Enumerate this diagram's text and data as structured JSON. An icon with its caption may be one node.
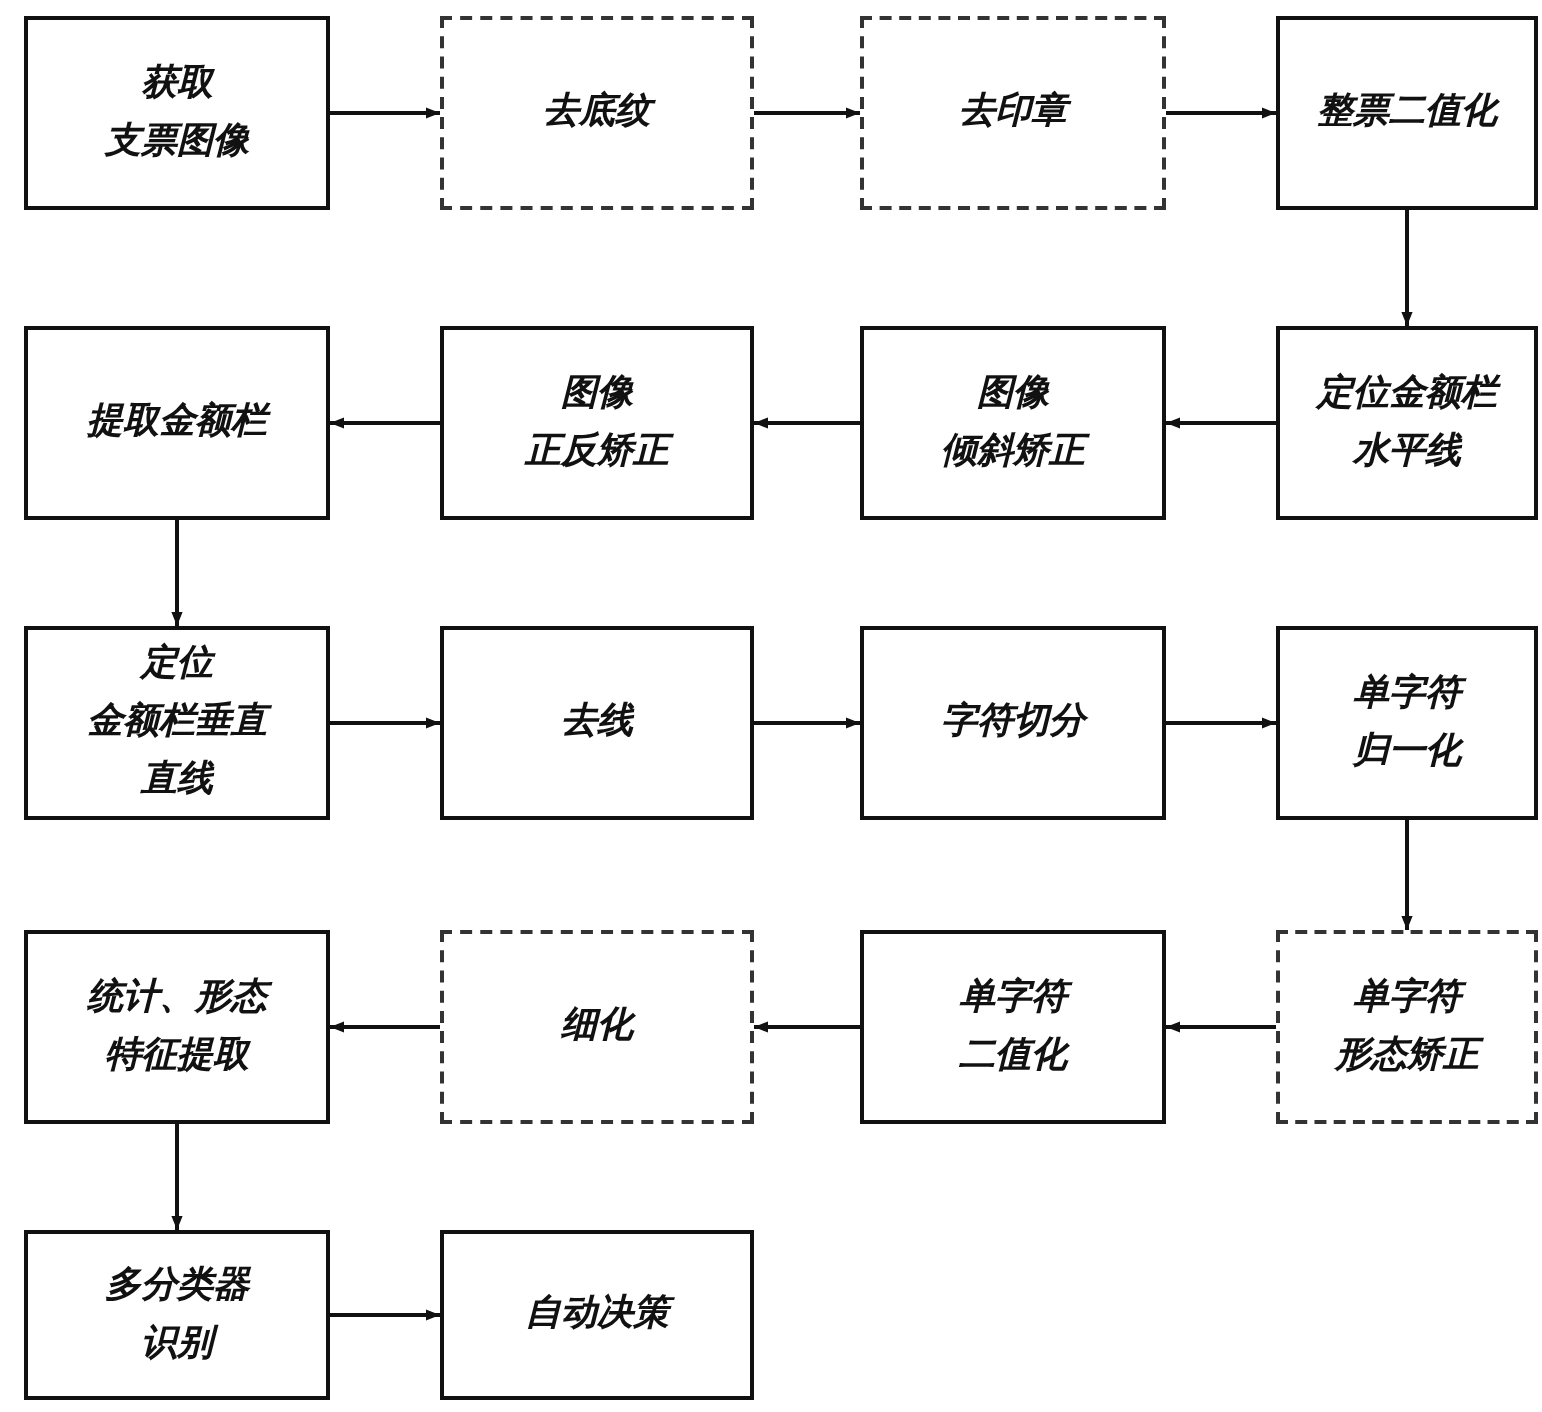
{
  "diagram": {
    "nodes": [
      {
        "text": [
          "获取支票图像"
        ]
      },
      {
        "text": [
          "去底纹"
        ]
      },
      {
        "text": [
          "去印章"
        ]
      },
      {
        "text": [
          "整票二值化"
        ]
      },
      {
        "text": [
          "提取金额栏"
        ]
      },
      {
        "text": [
          "图像正反矫正"
        ]
      },
      {
        "text": [
          "图像倾斜矫正"
        ]
      },
      {
        "text": [
          "定位金额栏水平线"
        ]
      },
      {
        "text": [
          "定位金额栏垂直直线"
        ]
      },
      {
        "text": [
          "去线"
        ]
      },
      {
        "text": [
          "字符切分"
        ]
      },
      {
        "text": [
          "单字符归一化"
        ]
      },
      {
        "text": [
          "统计、形态特征提取"
        ]
      },
      {
        "text": [
          "细化"
        ]
      },
      {
        "text": [
          "单字符二值化"
        ]
      },
      {
        "text": [
          "单字符形态矫正"
        ]
      },
      {
        "text": [
          "多分类器识别"
        ]
      },
      {
        "text": [
          "自动决策"
        ]
      }
    ],
    "edges": [
      {
        "from": 0,
        "to": 1,
        "arrow": "to"
      },
      {
        "from": 1,
        "to": 2,
        "arrow": "to"
      },
      {
        "from": 2,
        "to": 3,
        "arrow": "to"
      },
      {
        "from": 3,
        "to": 7,
        "arrow": "to"
      },
      {
        "from": 7,
        "to": 6,
        "arrow": "to"
      },
      {
        "from": 6,
        "to": 5,
        "arrow": "to"
      },
      {
        "from": 5,
        "to": 4,
        "arrow": "to"
      },
      {
        "from": 4,
        "to": 8,
        "arrow": "to"
      },
      {
        "from": 8,
        "to": 9,
        "arrow": "to"
      },
      {
        "from": 9,
        "to": 10,
        "arrow": "to"
      },
      {
        "from": 10,
        "to": 11,
        "arrow": "to"
      },
      {
        "from": 11,
        "to": 15,
        "arrow": "to"
      },
      {
        "from": 15,
        "to": 14,
        "arrow": "to"
      },
      {
        "from": 14,
        "to": 13,
        "arrow": "to"
      },
      {
        "from": 13,
        "to": 12,
        "arrow": "to"
      },
      {
        "from": 12,
        "to": 16,
        "arrow": "to"
      },
      {
        "from": 16,
        "to": 17,
        "arrow": "to"
      }
    ]
  }
}
